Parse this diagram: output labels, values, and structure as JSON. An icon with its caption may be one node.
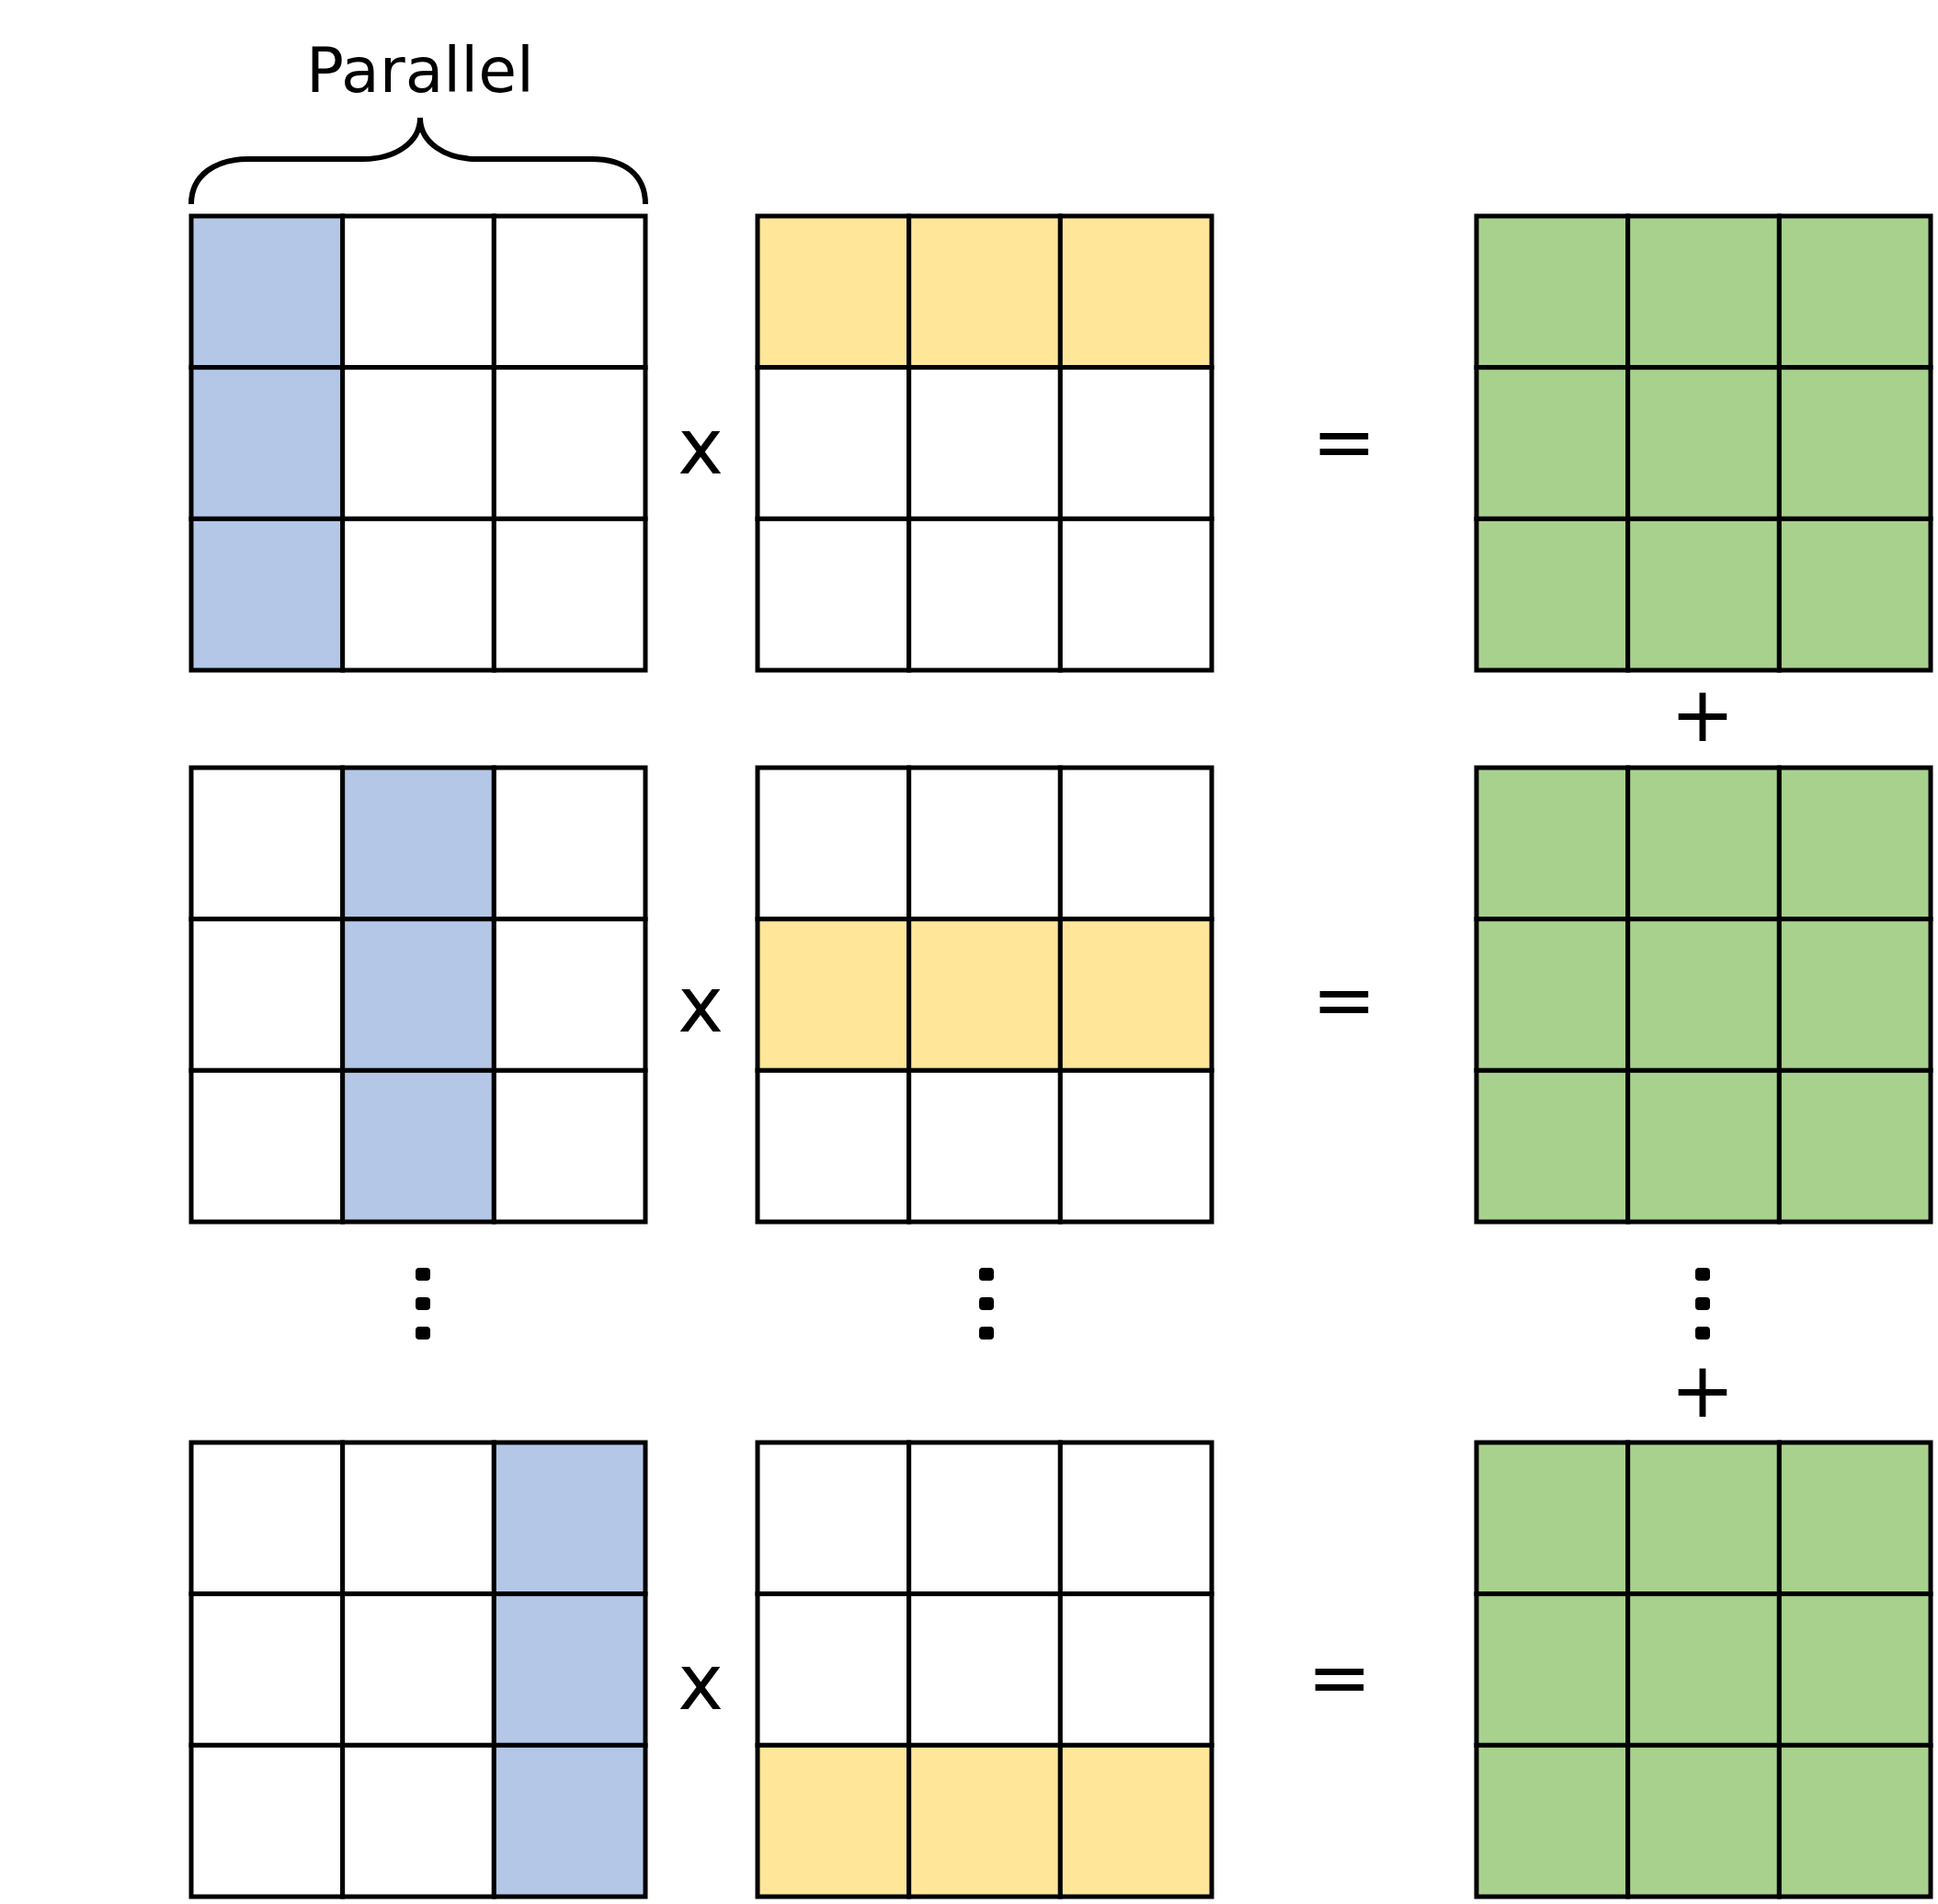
{
  "diagram": {
    "labels": [
      "Parallel",
      "x",
      "=",
      "+",
      "x",
      "=",
      "+",
      "x",
      "="
    ]
  }
}
